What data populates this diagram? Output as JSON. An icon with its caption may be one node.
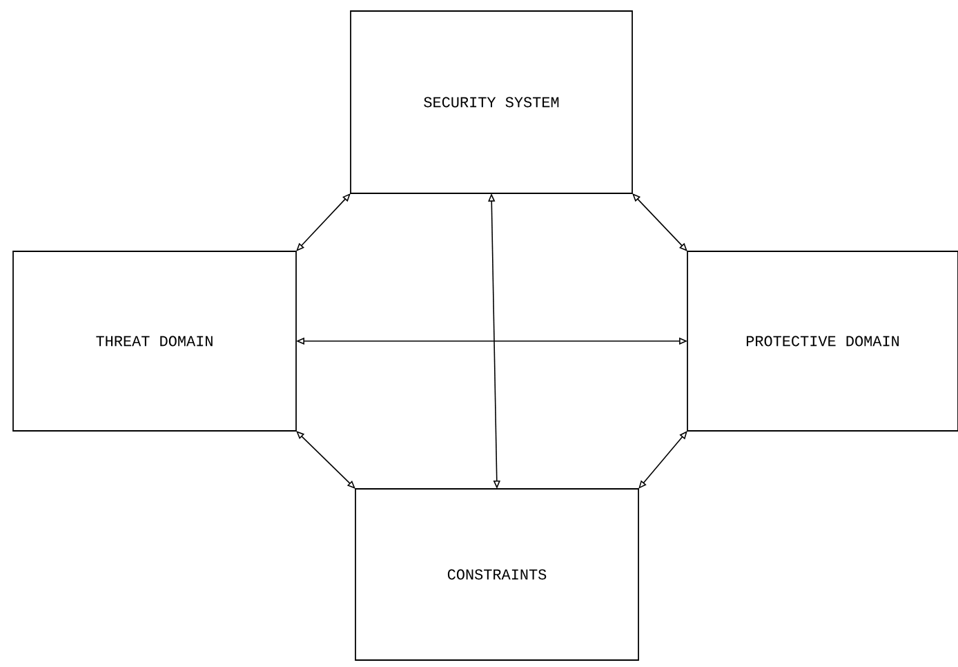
{
  "diagram": {
    "nodes": [
      {
        "text": [
          "SECURITY SYSTEM"
        ]
      },
      {
        "text": [
          "THREAT DOMAIN"
        ]
      },
      {
        "text": [
          "PROTECTIVE DOMAIN"
        ]
      },
      {
        "text": [
          "CONSTRAINTS"
        ]
      }
    ],
    "edges": [
      {
        "from": 0,
        "to": 1,
        "arrow": "both"
      },
      {
        "from": 0,
        "to": 2,
        "arrow": "both"
      },
      {
        "from": 1,
        "to": 3,
        "arrow": "both"
      },
      {
        "from": 2,
        "to": 3,
        "arrow": "both"
      },
      {
        "from": 0,
        "to": 3,
        "arrow": "both"
      },
      {
        "from": 1,
        "to": 2,
        "arrow": "both"
      }
    ]
  }
}
